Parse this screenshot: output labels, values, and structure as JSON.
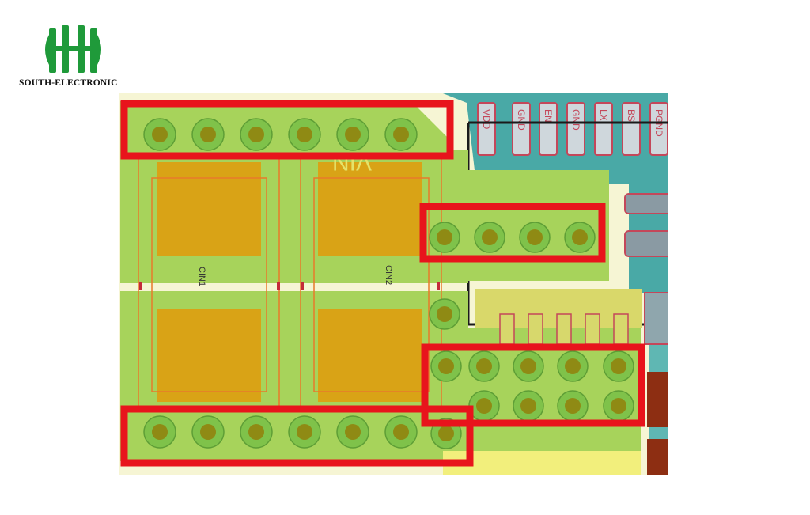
{
  "brand": {
    "name": "SOUTH-ELECTRONIC",
    "logo_color": "#1f9a3a"
  },
  "pcb": {
    "net_label": "VIN",
    "capacitor_labels": [
      "CIN1",
      "CIN2"
    ],
    "ic_pin_labels": [
      "VDD",
      "GND",
      "EN",
      "GND",
      "LX",
      "BS",
      "PGND"
    ],
    "colors": {
      "copper_pour": "#a7d35b",
      "pad": "#d9a316",
      "via_ring": "#7fc24a",
      "via_hole": "#8f8a14",
      "highlight": "#e8141c",
      "keepout": "#f2ef7c",
      "teal_plane": "#49a9a6",
      "silkscreen": "#c4475a",
      "brown_pad": "#8d2e12"
    }
  }
}
